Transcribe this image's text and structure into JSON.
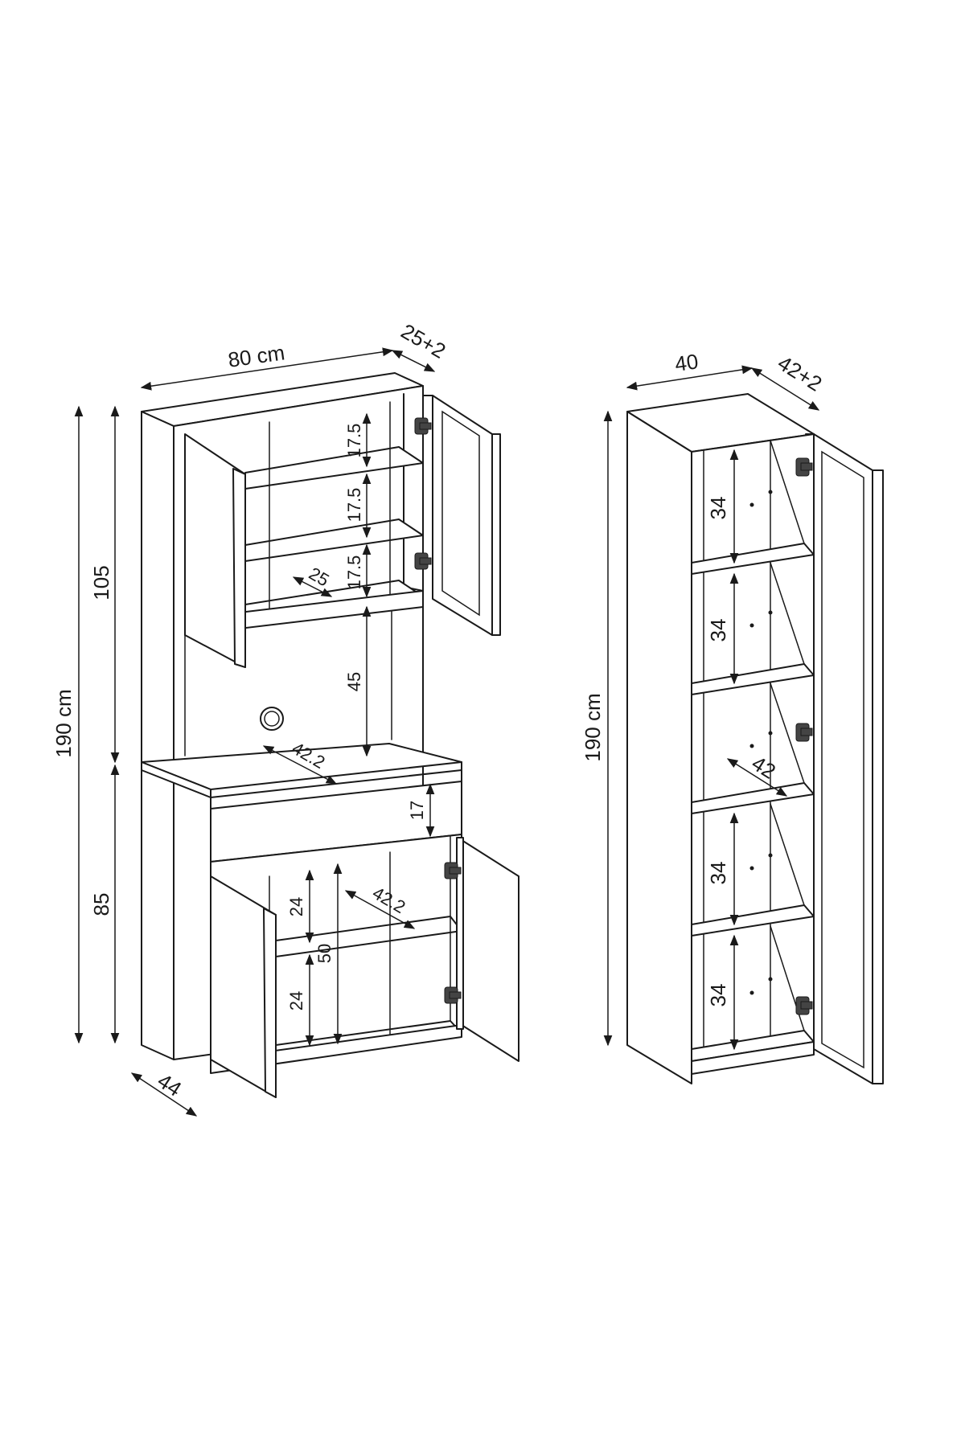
{
  "left_unit": {
    "width_label": "80 cm",
    "depth_label": "25+2",
    "total_height_label": "190 cm",
    "upper_height_label": "105",
    "lower_height_label": "85",
    "base_depth_label": "44",
    "upper_shelf_spacing_labels": [
      "17.5",
      "17.5",
      "17.5"
    ],
    "upper_shelf_depth_label": "25",
    "niche_height_label": "45",
    "niche_depth_label": "42.2",
    "drawer_height_label": "17",
    "lower_shelf_spacing_labels": [
      "24",
      "24"
    ],
    "lower_total_height_label": "50",
    "lower_shelf_depth_label": "42.2"
  },
  "right_unit": {
    "width_label": "40",
    "depth_label": "42+2",
    "total_height_label": "190 cm",
    "shelf_spacing_labels": [
      "34",
      "34",
      "34",
      "34"
    ],
    "shelf_depth_label": "42"
  }
}
